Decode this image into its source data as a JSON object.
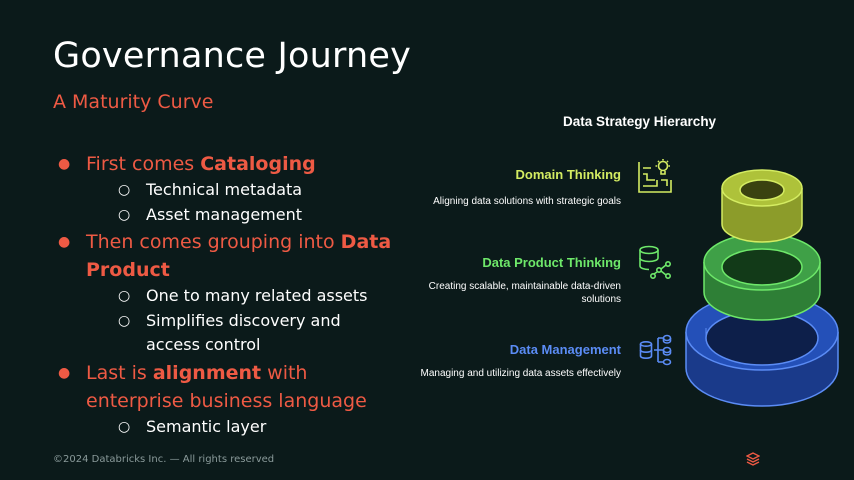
{
  "title": "Governance Journey",
  "subtitle": "A Maturity Curve",
  "bullets": [
    {
      "pre": "First comes ",
      "bold": "Cataloging",
      "post": "",
      "children": [
        "Technical metadata",
        "Asset management"
      ]
    },
    {
      "pre": "Then comes grouping into ",
      "bold": "Data Product",
      "post": "",
      "children": [
        "One to many related assets",
        "Simplifies discovery and access control"
      ]
    },
    {
      "pre": "Last is ",
      "bold": "alignment",
      "post": " with enterprise business language",
      "children": [
        "Semantic layer"
      ]
    }
  ],
  "footer": "©2024 Databricks Inc. — All rights reserved",
  "diagram": {
    "title": "Data Strategy Hierarchy",
    "tiers": [
      {
        "heading": "Domain Thinking",
        "description": "Aligning data solutions with strategic goals",
        "color": "#d4ec62",
        "icon": "lightbulb-circuit-icon"
      },
      {
        "heading": "Data Product Thinking",
        "description": "Creating scalable, maintainable data-driven solutions",
        "color": "#6ee86a",
        "icon": "database-network-icon"
      },
      {
        "heading": "Data Management",
        "description": "Managing and utilizing data assets effectively",
        "color": "#5b8cf5",
        "icon": "database-hierarchy-icon"
      }
    ]
  },
  "colors": {
    "background": "#0b1a1a",
    "accent": "#ee5a44",
    "text": "#ffffff"
  }
}
